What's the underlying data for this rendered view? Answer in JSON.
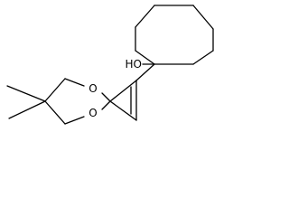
{
  "structure": {
    "atoms": {
      "hydroxyl": "HO",
      "oxygen_top": "O",
      "oxygen_bottom": "O"
    },
    "colors": {
      "bond": "#000000",
      "label": "#000000",
      "background": "#ffffff"
    }
  }
}
